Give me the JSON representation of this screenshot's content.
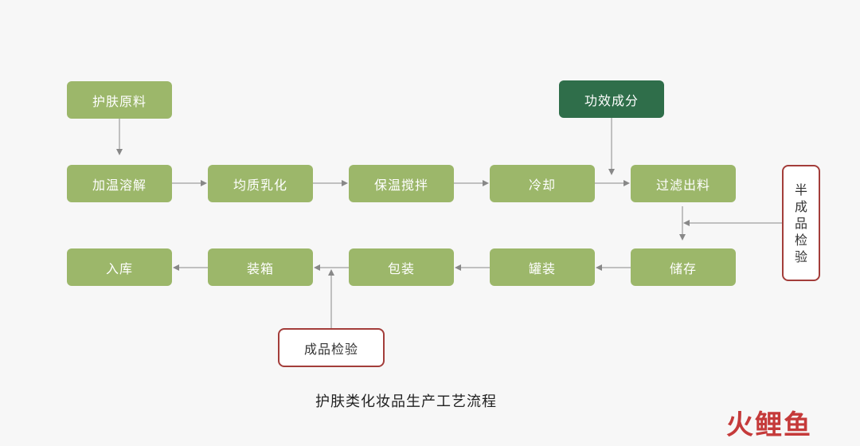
{
  "diagram": {
    "top": {
      "raw_material": "护肤原料",
      "effective_ingredient": "功效成分"
    },
    "process_row": [
      "加温溶解",
      "均质乳化",
      "保温搅拌",
      "冷却",
      "过滤出料"
    ],
    "packing_row": [
      "入库",
      "装箱",
      "包装",
      "罐装",
      "储存"
    ],
    "semi_inspection": "半成品检验",
    "final_inspection": "成品检验",
    "caption": "护肤类化妆品生产工艺流程"
  },
  "watermark": {
    "text": "火鲤鱼"
  },
  "colors": {
    "step_green": "#9cb76a",
    "ingredient_dark_green": "#2f6e4a",
    "inspection_border": "#a33d3a",
    "arrow": "#888888"
  }
}
